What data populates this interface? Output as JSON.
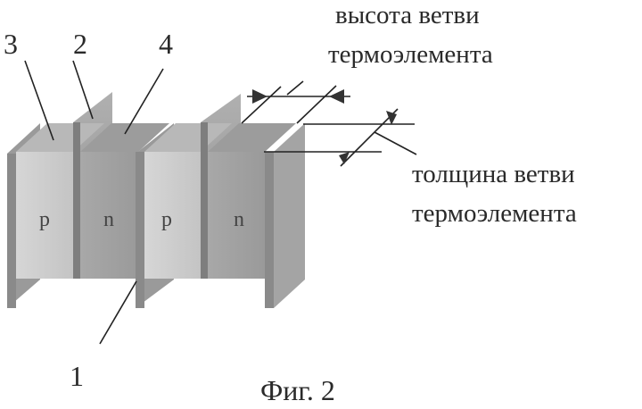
{
  "figure": {
    "caption": "Фиг. 2",
    "labels": {
      "electrode_3": "3",
      "plate_2": "2",
      "junction_4": "4",
      "plate_1": "1"
    },
    "legs": [
      "p",
      "n",
      "p",
      "n"
    ],
    "height_label": {
      "line1": "высота ветви",
      "line2": "термоэлемента"
    },
    "thickness_label": {
      "line1": "толщина ветви",
      "line2": "термоэлемента"
    }
  }
}
